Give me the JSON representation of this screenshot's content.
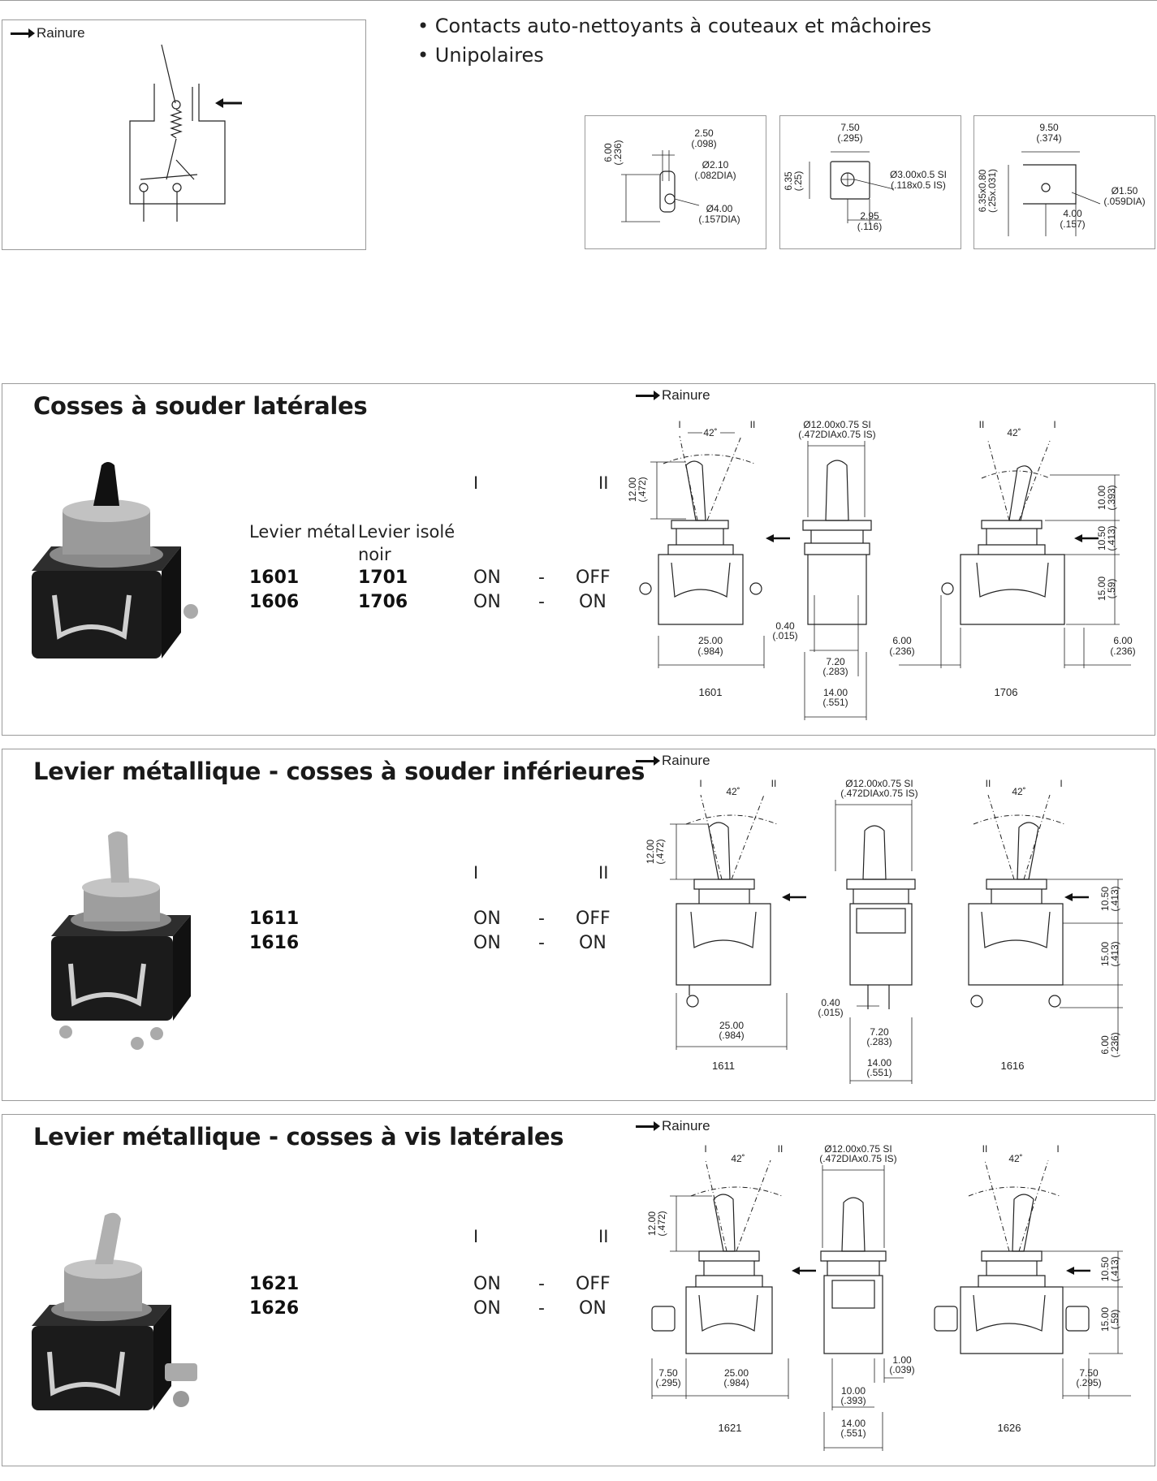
{
  "header": {
    "rainure_label": "Rainure",
    "features": [
      "• Contacts auto-nettoyants à couteaux et mâchoires",
      "• Unipolaires"
    ]
  },
  "terminal_drawings": [
    {
      "labels": [
        "2.50",
        "(.098)",
        "Ø2.10",
        "(.082DIA)",
        "Ø4.00",
        "(.157DIA)",
        "6.00",
        "(.236)"
      ]
    },
    {
      "labels": [
        "7.50",
        "(.295)",
        "Ø3.00x0.5 SI",
        "(.118x0.5 IS)",
        "2.95",
        "(.116)",
        "6.35",
        "(.25)"
      ]
    },
    {
      "labels": [
        "9.50",
        "(.374)",
        "Ø1.50",
        "(.059DIA)",
        "4.00",
        "(.157)",
        "6.35x0.80",
        "(.25x.031)"
      ]
    }
  ],
  "sections": [
    {
      "title": "Cosses à souder latérales",
      "rainure": "Rainure",
      "col_metal": "Levier métal",
      "col_isole_1": "Levier isolé",
      "col_isole_2": "noir",
      "pos_1": "I",
      "pos_2": "II",
      "rows": [
        {
          "metal": "1601",
          "isole": "1701",
          "s1": "ON",
          "sep": "-",
          "s2": "OFF"
        },
        {
          "metal": "1606",
          "isole": "1706",
          "s1": "ON",
          "sep": "-",
          "s2": "ON"
        }
      ],
      "drawing": {
        "angle_label": "42˚",
        "pos_i": "I",
        "pos_ii": "II",
        "thread": "Ø12.00x0.75 SI",
        "thread_in": "(.472DIAx0.75 IS)",
        "lever_h": "12.00",
        "lever_h_in": "(.472)",
        "width": "25.00",
        "width_in": "(.984)",
        "gap": "0.40",
        "gap_in": "(.015)",
        "side_a": "7.20",
        "side_a_in": "(.283)",
        "side_b": "14.00",
        "side_b_in": "(.551)",
        "ext": "6.00",
        "ext_in": "(.236)",
        "h1": "10.00",
        "h1_in": "(.393)",
        "h2": "10.50",
        "h2_in": "(.413)",
        "h3": "15.00",
        "h3_in": "(.59)",
        "ref_left": "1601",
        "ref_right": "1706"
      }
    },
    {
      "title": "Levier métallique - cosses à souder inférieures",
      "rainure": "Rainure",
      "pos_1": "I",
      "pos_2": "II",
      "rows": [
        {
          "metal": "1611",
          "s1": "ON",
          "sep": "-",
          "s2": "OFF"
        },
        {
          "metal": "1616",
          "s1": "ON",
          "sep": "-",
          "s2": "ON"
        }
      ],
      "drawing": {
        "angle_label": "42˚",
        "pos_i": "I",
        "pos_ii": "II",
        "thread": "Ø12.00x0.75 SI",
        "thread_in": "(.472DIAx0.75 IS)",
        "lever_h": "12.00",
        "lever_h_in": "(.472)",
        "width": "25.00",
        "width_in": "(.984)",
        "gap": "0.40",
        "gap_in": "(.015)",
        "side_a": "7.20",
        "side_a_in": "(.283)",
        "side_b": "14.00",
        "side_b_in": "(.551)",
        "h2": "10.50",
        "h2_in": "(.413)",
        "h3": "15.00",
        "h3_in": "(.413)",
        "h4": "6.00",
        "h4_in": "(.236)",
        "ref_left": "1611",
        "ref_right": "1616"
      }
    },
    {
      "title": "Levier métallique - cosses à vis latérales",
      "rainure": "Rainure",
      "pos_1": "I",
      "pos_2": "II",
      "rows": [
        {
          "metal": "1621",
          "s1": "ON",
          "sep": "-",
          "s2": "OFF"
        },
        {
          "metal": "1626",
          "s1": "ON",
          "sep": "-",
          "s2": "ON"
        }
      ],
      "drawing": {
        "angle_label": "42˚",
        "pos_i": "I",
        "pos_ii": "II",
        "thread": "Ø12.00x0.75 SI",
        "thread_in": "(.472DIAx0.75 IS)",
        "lever_h": "12.00",
        "lever_h_in": "(.472)",
        "ext": "7.50",
        "ext_in": "(.295)",
        "width": "25.00",
        "width_in": "(.984)",
        "side_c": "1.00",
        "side_c_in": "(.039)",
        "side_a": "10.00",
        "side_a_in": "(.393)",
        "side_b": "14.00",
        "side_b_in": "(.551)",
        "h2": "10.50",
        "h2_in": "(.413)",
        "h3": "15.00",
        "h3_in": "(.59)",
        "ref_left": "1621",
        "ref_right": "1626"
      }
    }
  ]
}
